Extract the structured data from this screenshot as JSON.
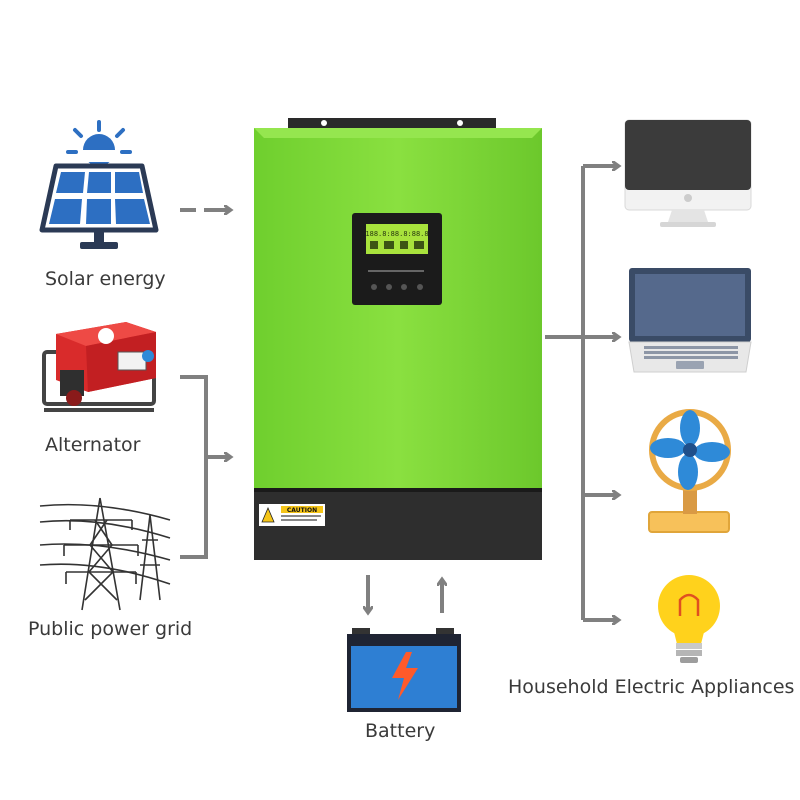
{
  "inputs": {
    "solar": "Solar energy",
    "alternator": "Alternator",
    "grid": "Public power grid"
  },
  "outputs_label": "Household Electric Appliances",
  "battery_label": "Battery",
  "inverter": {
    "caution": "CAUTION",
    "lcd_digits": "188.8:88.8:88.8",
    "body_color": "#7ed93a",
    "base_color": "#2e2e2e"
  },
  "colors": {
    "arrow": "#808080",
    "solar_blue": "#2d6fc2",
    "generator_red": "#d92b2b",
    "fan_blue": "#2e8ad8",
    "bulb_yellow": "#ffd21c"
  },
  "icons": [
    "solar-panel-icon",
    "generator-icon",
    "power-tower-icon",
    "battery-icon",
    "monitor-icon",
    "laptop-icon",
    "fan-icon",
    "light-bulb-icon"
  ]
}
